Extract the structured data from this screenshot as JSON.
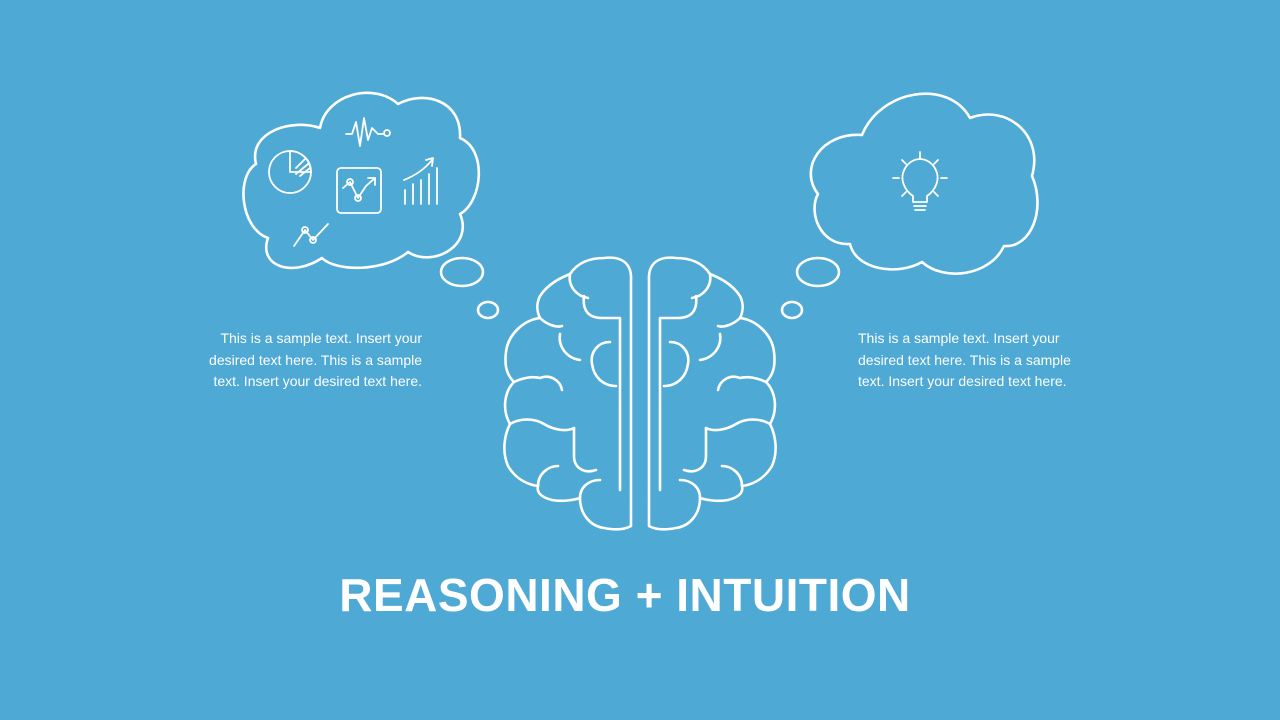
{
  "slide": {
    "background_color": "#4EA9D5",
    "accent_color": "#FFFFFF",
    "title": "REASONING + INTUITION",
    "left_text": [
      "This is a sample text. Insert your",
      "desired text  here. This is a sample",
      "text. Insert your desired text here."
    ],
    "right_text": [
      "This is a sample text. Insert your",
      "desired text  here. This is a sample",
      "text. Insert your desired text here."
    ]
  },
  "icons": {
    "brain": "brain-icon",
    "left_cloud": "thought-cloud-icon",
    "right_cloud": "thought-cloud-icon",
    "pie": "pie-chart-icon",
    "pulse": "pulse-icon",
    "trend": "trend-chart-icon",
    "growth": "growth-bars-icon",
    "line": "line-graph-icon",
    "bulb": "lightbulb-icon"
  }
}
